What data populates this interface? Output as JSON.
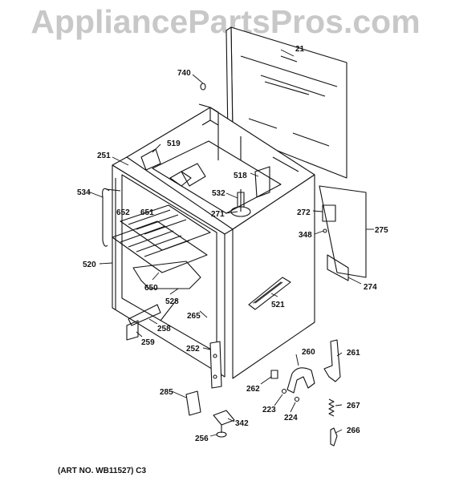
{
  "watermark": "AppliancePartsPros.com",
  "art_no": "(ART NO. WB11527) C3",
  "parts": {
    "p21": "21",
    "p740": "740",
    "p519": "519",
    "p251": "251",
    "p518": "518",
    "p534": "534",
    "p532": "532",
    "p652": "652",
    "p651": "651",
    "p271": "271",
    "p272": "272",
    "p275": "275",
    "p348": "348",
    "p520": "520",
    "p650": "650",
    "p521": "521",
    "p274": "274",
    "p528": "528",
    "p265": "265",
    "p258": "258",
    "p259": "259",
    "p252": "252",
    "p260": "260",
    "p261": "261",
    "p262": "262",
    "p285": "285",
    "p223": "223",
    "p224": "224",
    "p267": "267",
    "p342": "342",
    "p256": "256",
    "p266": "266"
  }
}
